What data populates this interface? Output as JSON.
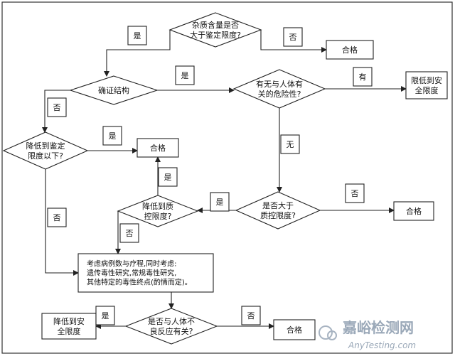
{
  "nodes": {
    "d1": {
      "shape": "diamond",
      "lines": [
        "杂质含量是否",
        "大于鉴定限度?"
      ]
    },
    "ok1": {
      "shape": "rect",
      "lines": [
        "合格"
      ]
    },
    "d2": {
      "shape": "diamond",
      "lines": [
        "确证结构"
      ]
    },
    "d3": {
      "shape": "diamond",
      "lines": [
        "有无与人体有",
        "关的危险性?"
      ]
    },
    "safe1": {
      "shape": "rect",
      "lines": [
        "限低到安",
        "全限度"
      ]
    },
    "d4": {
      "shape": "diamond",
      "lines": [
        "降低到鉴定",
        "限度以下?"
      ]
    },
    "ok2": {
      "shape": "rect",
      "lines": [
        "合格"
      ]
    },
    "d5": {
      "shape": "diamond",
      "lines": [
        "降低到质",
        "控限度?"
      ]
    },
    "d6": {
      "shape": "diamond",
      "lines": [
        "是否大于",
        "质控限度?"
      ]
    },
    "ok3": {
      "shape": "rect",
      "lines": [
        "合格"
      ]
    },
    "consider": {
      "shape": "rect",
      "lines": [
        "考虑病例数与疗程,同时考虑:",
        "遗传毒性研究,常规毒性研究,",
        "其他特定的毒性终点(酌情而定)。"
      ]
    },
    "safe2": {
      "shape": "rect",
      "lines": [
        "降低到安",
        "全限度"
      ]
    },
    "d7": {
      "shape": "diamond",
      "lines": [
        "是否与人体不",
        "良反应有关?"
      ]
    },
    "ok4": {
      "shape": "rect",
      "lines": [
        "合格"
      ]
    }
  },
  "edge_labels": {
    "d1_yes": "是",
    "d1_no": "否",
    "d2_yes": "是",
    "d2_no": "否",
    "d3_has": "有",
    "d3_none": "无",
    "d4_yes": "是",
    "d4_no": "否",
    "d5_yes": "是",
    "d5_no": "否",
    "d6_yes": "是",
    "d6_no": "否",
    "d7_yes": "是",
    "d7_no": "否"
  },
  "watermark": {
    "logo_text": "嘉峪检测网",
    "url": "AnyTesting.com"
  }
}
